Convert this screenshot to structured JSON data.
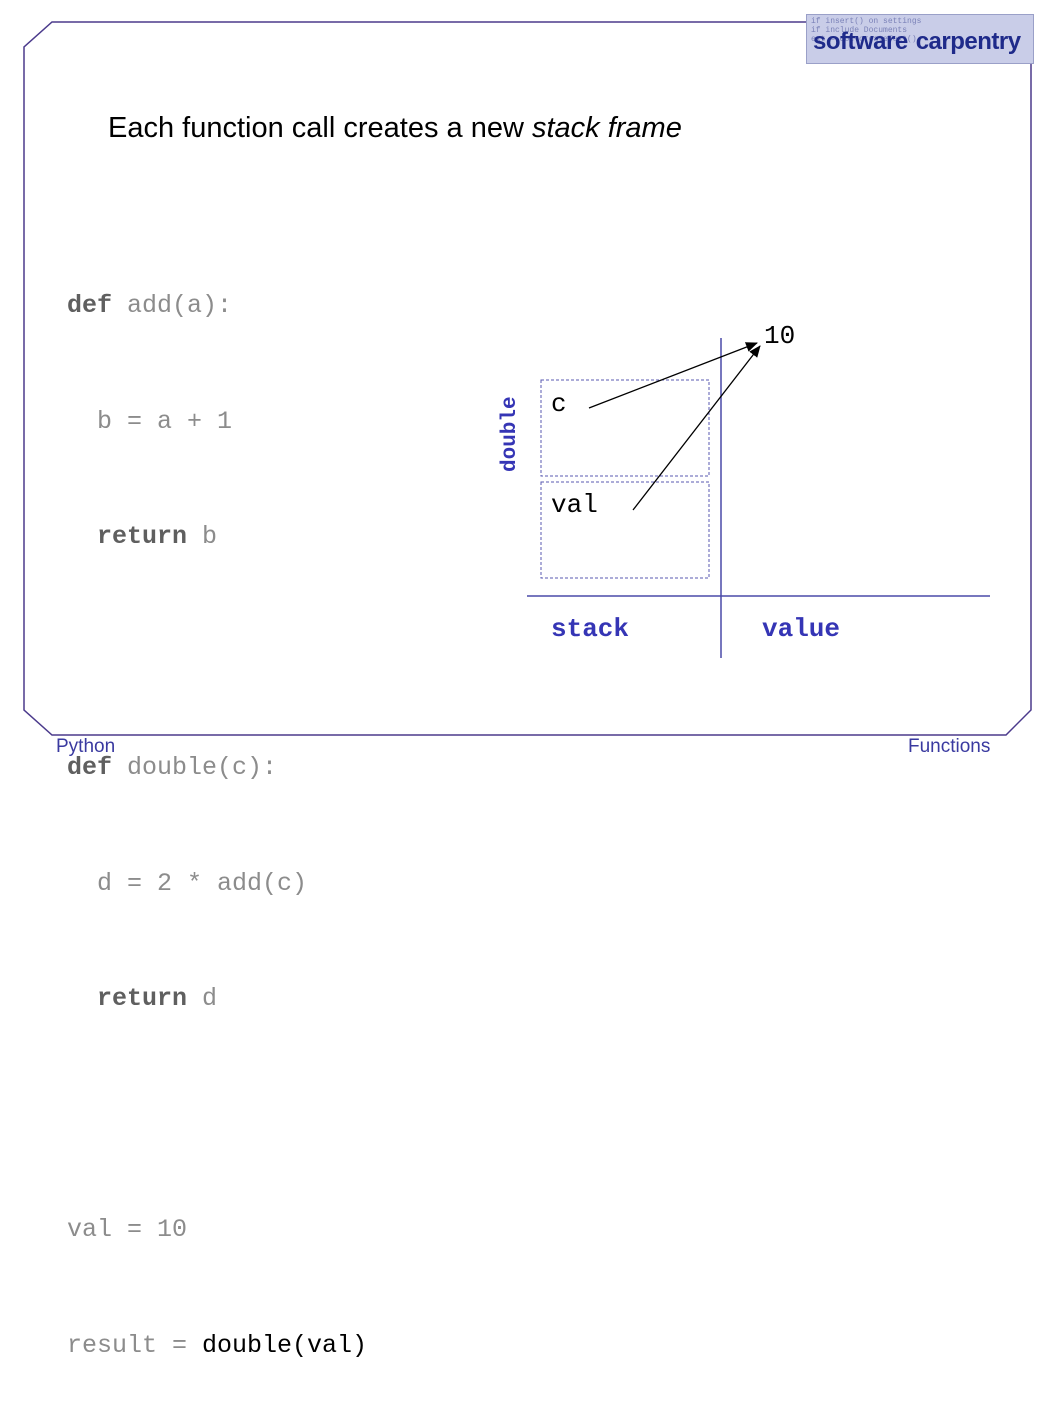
{
  "logo": {
    "text_1": "software",
    "text_2": "carpentry",
    "faint_code": "if insert() on settings\nif include Documents\next = doc.createText()"
  },
  "title": {
    "prefix": "Each function call creates a new ",
    "emph": "stack frame"
  },
  "code": {
    "l1_kw": "def",
    "l1_rest": " add(a):",
    "l2": "  b = a + 1",
    "l3_indent": "  ",
    "l3_kw": "return",
    "l3_rest": " b",
    "l5_kw": "def",
    "l5_rest": " double(c):",
    "l6": "  d = 2 * add(c)",
    "l7_indent": "  ",
    "l7_kw": "return",
    "l7_rest": " d",
    "l9": "val = 10",
    "l10_a": "result = ",
    "l10_b": "double(val)"
  },
  "diagram": {
    "frame_label": "double",
    "var_c": "c",
    "var_val": "val",
    "value": "10",
    "stack_label": "stack",
    "value_label": "value"
  },
  "footer": {
    "left": "Python",
    "right": "Functions"
  },
  "colors": {
    "border": "#4b3a8c",
    "blue": "#3535b5",
    "line": "#4a4aa8",
    "dashed": "#5a5ab0"
  }
}
